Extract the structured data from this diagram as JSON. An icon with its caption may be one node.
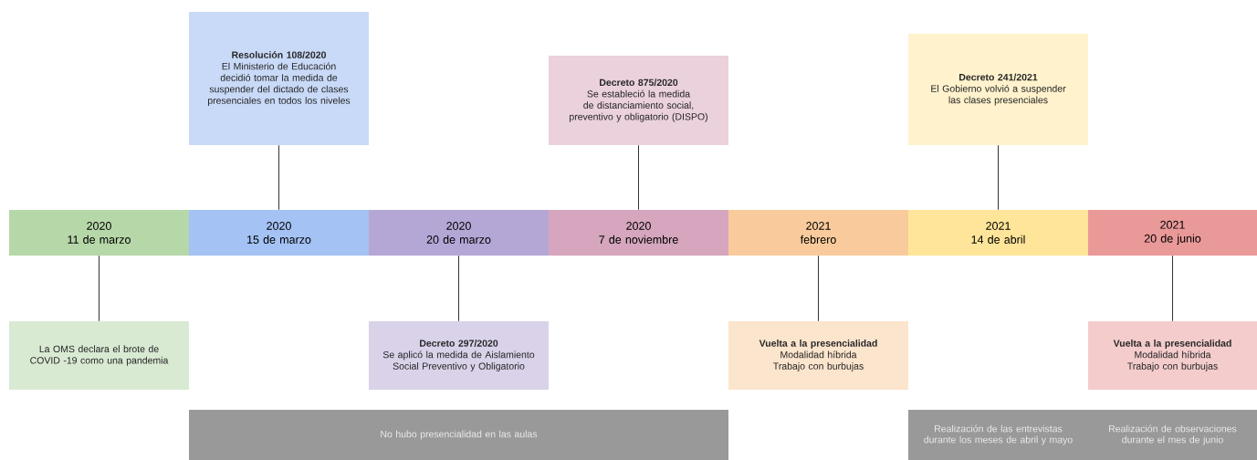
{
  "diagram": {
    "nodes": [
      {
        "text": [
          "Resolución 108/2020",
          "El Ministerio de Educación decidió tomar la medida de suspender del dictado de clases presenciales en todos los niveles"
        ]
      },
      {
        "text": [
          "Decreto 875/2020",
          "Se estableció la medida de distanciamiento social, preventivo y obligatorio (DISPO)"
        ]
      },
      {
        "text": [
          "Decreto 241/2021",
          "El Gobierno volvió a suspender las clases presenciales"
        ]
      },
      {
        "text": [
          "2020",
          "11 de marzo"
        ]
      },
      {
        "text": [
          "2020",
          "15 de marzo"
        ]
      },
      {
        "text": [
          "2020",
          "20 de marzo"
        ]
      },
      {
        "text": [
          "2020",
          "7 de noviembre"
        ]
      },
      {
        "text": [
          "2021",
          "febrero"
        ]
      },
      {
        "text": [
          "2021",
          "14 de abril"
        ]
      },
      {
        "text": [
          "2021",
          "20 de junio"
        ]
      },
      {
        "text": [
          "La OMS declara el brote de COVID -19 como una pandemia"
        ]
      },
      {
        "text": [
          "Decreto 297/2020",
          "Se aplicó la medida de Aislamiento Social Preventivo y Obligatorio"
        ]
      },
      {
        "text": [
          "Vuelta a la presencialidad",
          "Modalidad híbrida",
          "Trabajo con burbujas"
        ]
      },
      {
        "text": [
          "Vuelta a la presencialidad",
          "Modalidad híbrida",
          "Trabajo con burbujas"
        ]
      },
      {
        "text": [
          "No hubo presencialidad en las aulas"
        ]
      },
      {
        "text": [
          "Realización de las entrevistas durante los meses de abril y mayo"
        ]
      },
      {
        "text": [
          "Realización de observaciones durante el mes de junio"
        ]
      }
    ],
    "edges": [
      {
        "from": 0,
        "to": 4,
        "arrow": "none"
      },
      {
        "from": 1,
        "to": 6,
        "arrow": "none"
      },
      {
        "from": 2,
        "to": 8,
        "arrow": "none"
      },
      {
        "from": 3,
        "to": 10,
        "arrow": "none"
      },
      {
        "from": 5,
        "to": 11,
        "arrow": "none"
      },
      {
        "from": 7,
        "to": 12,
        "arrow": "none"
      },
      {
        "from": 9,
        "to": 13,
        "arrow": "none"
      }
    ]
  }
}
